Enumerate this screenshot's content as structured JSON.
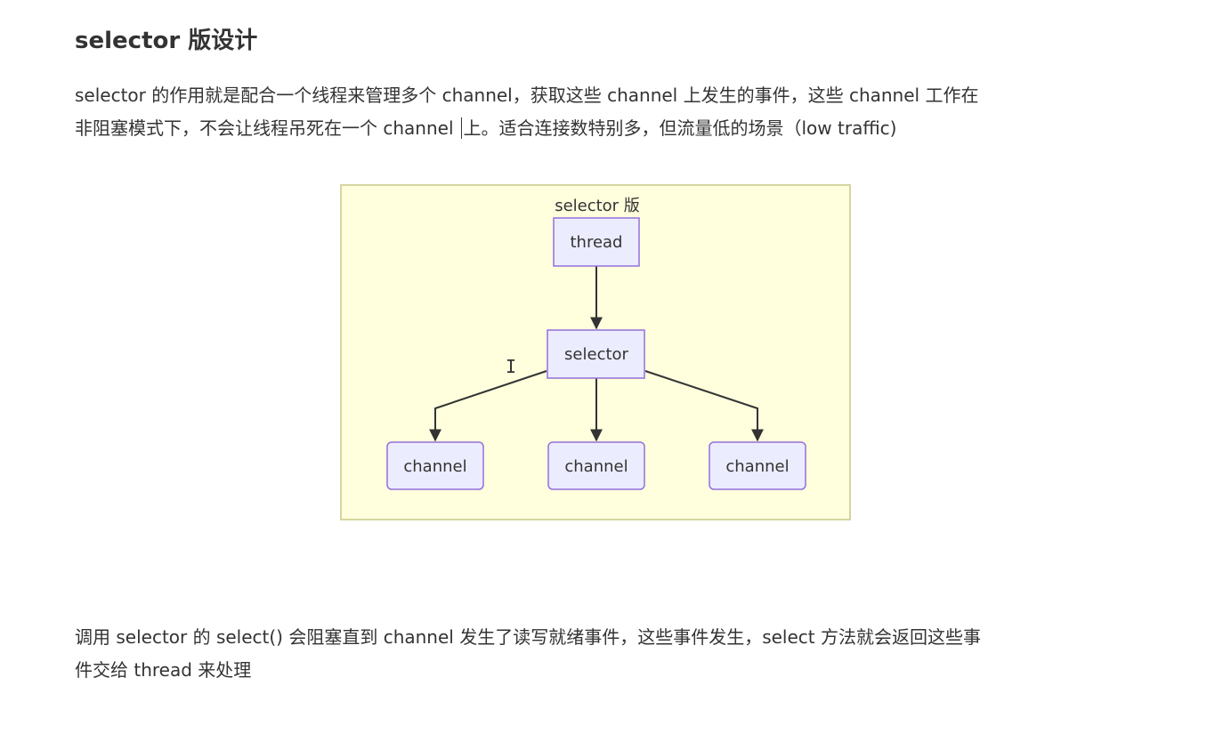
{
  "heading": "selector 版设计",
  "paragraph1": {
    "line1": "selector 的作用就是配合一个线程来管理多个 channel，获取这些 channel 上发生的事件，这些 channel 工作在",
    "line2_before_caret": "非阻塞模式下，不会让线程吊死在一个 channel",
    "line2_after_caret": "上。适合连接数特别多，但流量低的场景（low traffic)"
  },
  "diagram": {
    "cluster_label": "selector 版",
    "nodes": {
      "thread": "thread",
      "selector": "selector",
      "channel_1": "channel",
      "channel_2": "channel",
      "channel_3": "channel"
    },
    "colors": {
      "cluster_fill": "#ffffde",
      "cluster_border": "#d6d6a0",
      "node_fill": "#ececff",
      "node_border": "#9370db",
      "edge": "#333333"
    }
  },
  "paragraph2": {
    "line1": "调用 selector 的 select() 会阻塞直到 channel 发生了读写就绪事件，这些事件发生，select 方法就会返回这些事",
    "line2": "件交给 thread 来处理"
  },
  "cursor": "I"
}
